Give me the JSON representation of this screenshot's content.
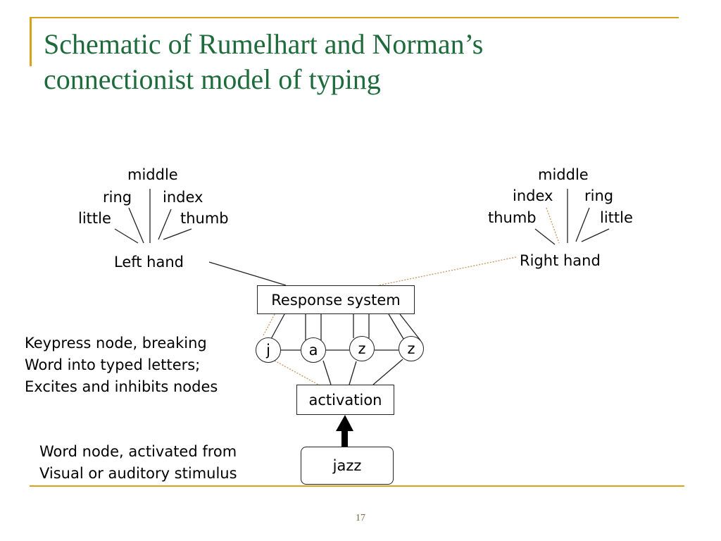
{
  "slide": {
    "title_line1": "Schematic of Rumelhart and Norman’s",
    "title_line2": "connectionist model of typing",
    "page_number": "17"
  },
  "colors": {
    "title": "#1d6b3a",
    "accent": "#d9a21b",
    "dotted": "#c9945a"
  },
  "diagram": {
    "left_hand": {
      "label": "Left hand",
      "fingers": {
        "middle": "middle",
        "ring": "ring",
        "index": "index",
        "little": "little",
        "thumb": "thumb"
      }
    },
    "right_hand": {
      "label": "Right hand",
      "fingers": {
        "middle": "middle",
        "index": "index",
        "ring": "ring",
        "thumb": "thumb",
        "little": "little"
      }
    },
    "response_system": "Response system",
    "keypress_nodes": [
      "j",
      "a",
      "z",
      "z"
    ],
    "activation": "activation",
    "word_node": "jazz",
    "notes": {
      "keypress": [
        "Keypress node, breaking",
        "Word into typed letters;",
        "Excites and inhibits nodes"
      ],
      "word": [
        "Word node, activated from",
        "Visual or auditory stimulus"
      ]
    }
  }
}
